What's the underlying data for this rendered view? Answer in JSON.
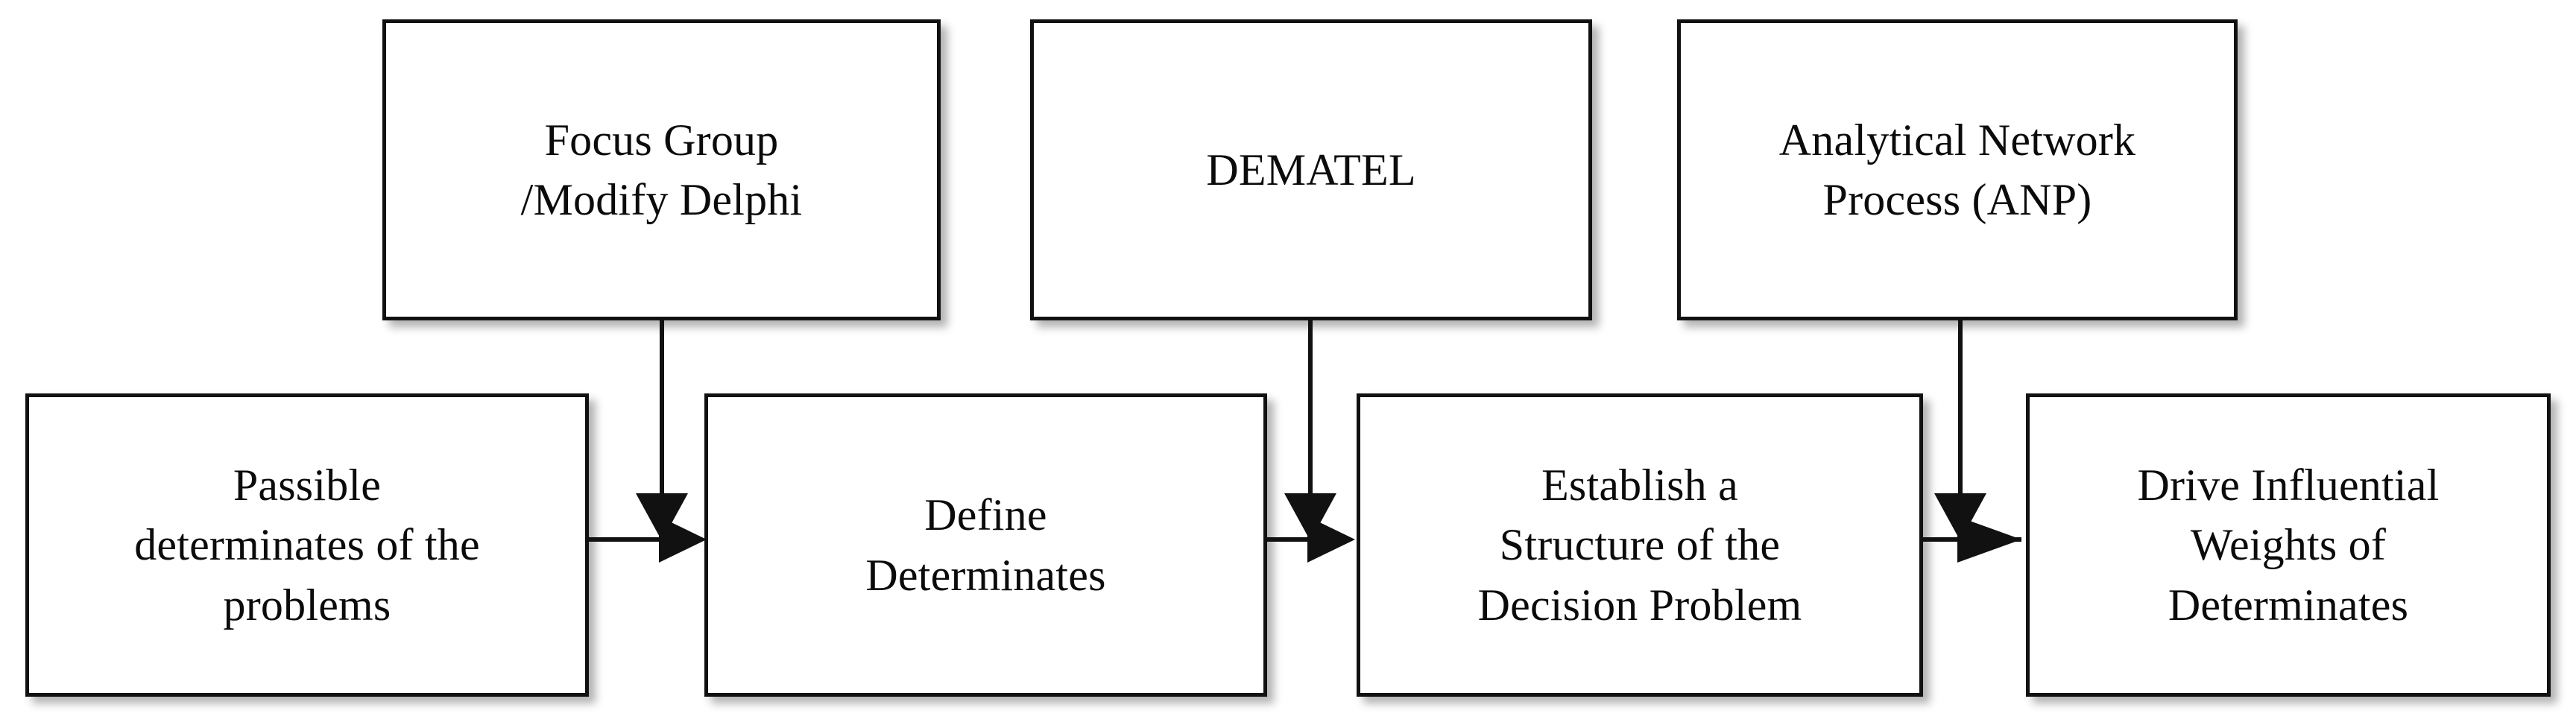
{
  "diagram": {
    "type": "flowchart",
    "orientation": "left-to-right",
    "background_color": "#ffffff",
    "node_border_color": "#111111",
    "node_fill_color": "#ffffff",
    "text_color": "#0b0b0b",
    "nodes": {
      "focus_group": {
        "label": "Focus Group\n/Modify Delphi",
        "row": "top",
        "column": 1
      },
      "dematel": {
        "label": "DEMATEL",
        "row": "top",
        "column": 2
      },
      "anp": {
        "label": "Analytical Network\nProcess (ANP)",
        "row": "top",
        "column": 3
      },
      "possible_determinates": {
        "label": "Passible\ndeterminates of the\nproblems",
        "row": "bottom",
        "column": 1
      },
      "define_determinates": {
        "label": "Define\nDeterminates",
        "row": "bottom",
        "column": 2
      },
      "establish_structure": {
        "label": "Establish a\nStructure of the\nDecision Problem",
        "row": "bottom",
        "column": 3
      },
      "drive_weights": {
        "label": "Drive Influential\nWeights of\nDeterminates",
        "row": "bottom",
        "column": 4
      }
    },
    "edges": [
      {
        "id": "e1",
        "from": "possible_determinates",
        "to": "define_determinates",
        "direction": "horizontal",
        "arrowhead": "right"
      },
      {
        "id": "e2",
        "from": "define_determinates",
        "to": "establish_structure",
        "direction": "horizontal",
        "arrowhead": "right"
      },
      {
        "id": "e3",
        "from": "establish_structure",
        "to": "drive_weights",
        "direction": "horizontal",
        "arrowhead": "right"
      },
      {
        "id": "e4",
        "from": "focus_group",
        "to": "e1",
        "direction": "vertical",
        "arrowhead": "down"
      },
      {
        "id": "e5",
        "from": "dematel",
        "to": "e2",
        "direction": "vertical",
        "arrowhead": "down"
      },
      {
        "id": "e6",
        "from": "anp",
        "to": "e3",
        "direction": "vertical",
        "arrowhead": "down"
      }
    ]
  }
}
